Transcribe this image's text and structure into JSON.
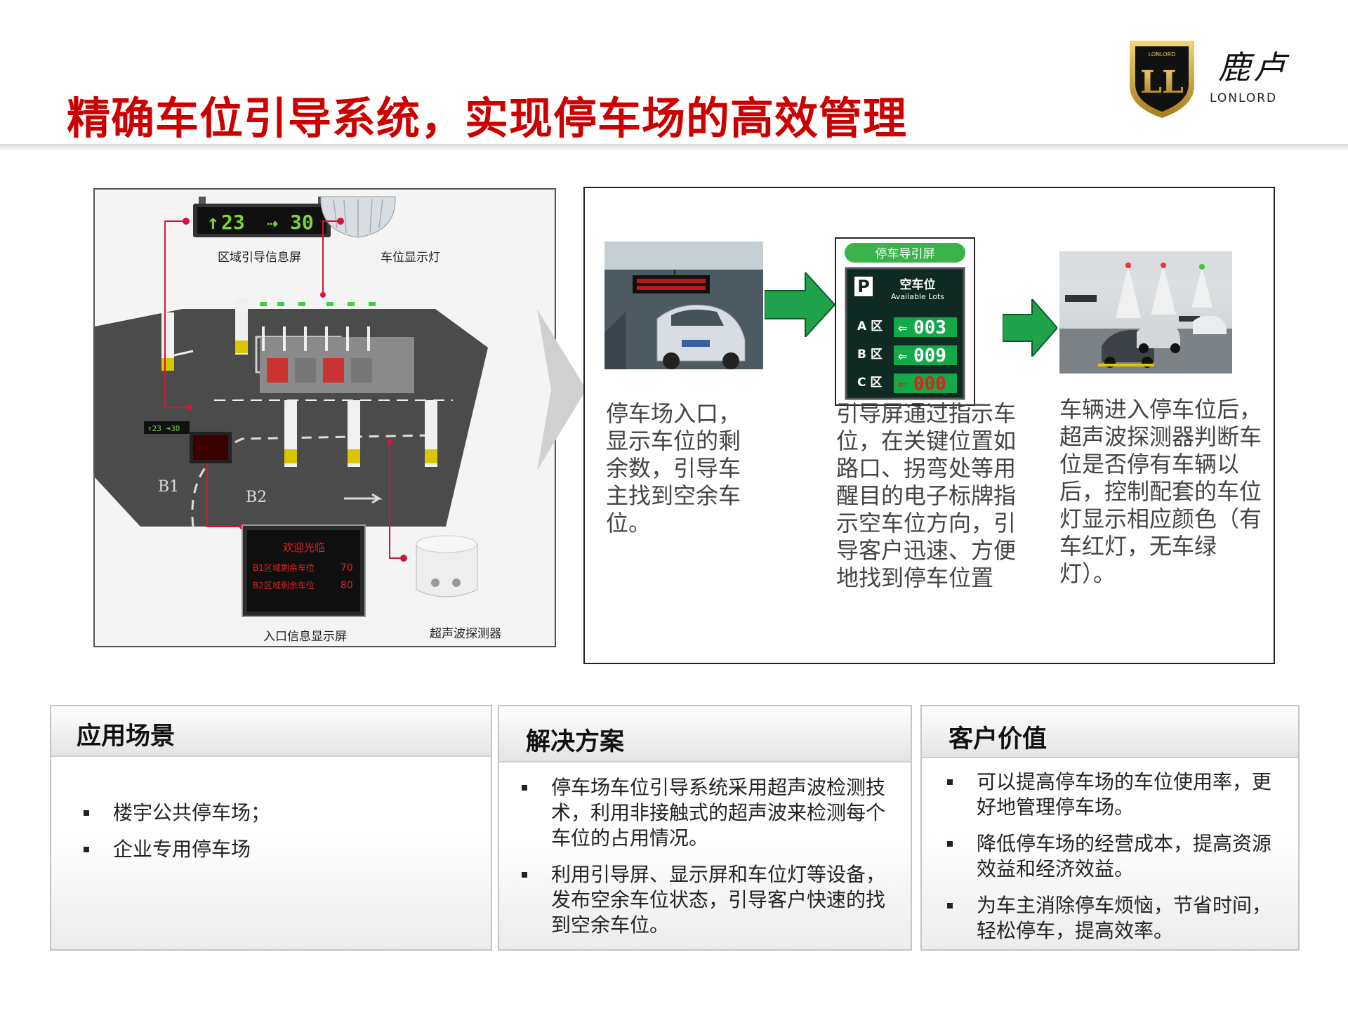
{
  "header": {
    "title": "精确车位引导系统，实现停车场的高效管理",
    "logo_mark": "LL",
    "logo_top_small": "LONLORD",
    "logo_cn": "鹿卢",
    "logo_en": "LONLORD",
    "accent_color": "#cc0000"
  },
  "diagram": {
    "labels": {
      "zone_screen": "区域引导信息屏",
      "space_light": "车位显示灯",
      "entrance_screen": "入口信息显示屏",
      "ultrasonic": "超声波探测器"
    },
    "zone_screen_left": "23",
    "zone_screen_right": "30",
    "zone_b1": "B1",
    "zone_b2": "B2",
    "entrance_display": {
      "welcome": "欢迎光临",
      "row1_label": "B1区域剩余车位",
      "row1_value": "70",
      "row2_label": "B2区域剩余车位",
      "row2_value": "80"
    }
  },
  "flow": {
    "step1_text": "停车场入口，显示车位的剩余数，引导车主找到空余车位。",
    "step2_text": "引导屏通过指示车位，在关键位置如路口、拐弯处等用醒目的电子标牌指示空车位方向，引导客户迅速、方便地找到停车位置",
    "step3_text": "车辆进入停车位后，超声波探测器判断车位是否停有车辆以后，控制配套的车位灯显示相应颜色（有车红灯，无车绿灯）。",
    "guide_screen": {
      "header": "停车导引屏",
      "p": "P",
      "title_cn": "空车位",
      "title_en": "Available Lots",
      "rows": [
        {
          "zone": "A 区",
          "value": "003"
        },
        {
          "zone": "B 区",
          "value": "009"
        },
        {
          "zone": "C 区",
          "value": "000"
        }
      ]
    }
  },
  "panels": [
    {
      "title": "应用场景",
      "items": [
        "楼宇公共停车场；",
        "企业专用停车场"
      ]
    },
    {
      "title": "解决方案",
      "items": [
        "停车场车位引导系统采用超声波检测技术，利用非接触式的超声波来检测每个车位的占用情况。",
        "利用引导屏、显示屏和车位灯等设备，发布空余车位状态，引导客户快速的找到空余车位。"
      ]
    },
    {
      "title": "客户价值",
      "items": [
        "可以提高停车场的车位使用率，更好地管理停车场。",
        "降低停车场的经营成本，提高资源效益和经济效益。",
        "为车主消除停车烦恼，节省时间，轻松停车，提高效率。"
      ]
    }
  ]
}
